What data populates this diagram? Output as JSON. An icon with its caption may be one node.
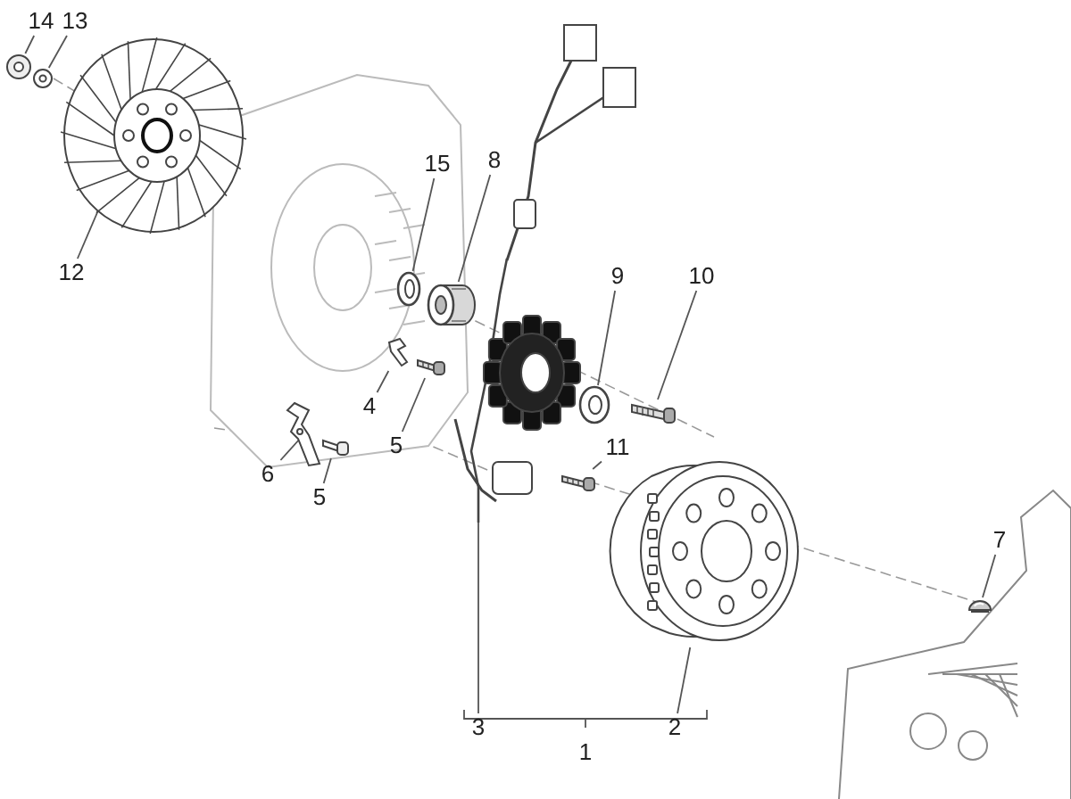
{
  "diagram": {
    "nodes": [
      {
        "text": [
          "14"
        ]
      },
      {
        "text": [
          "13"
        ]
      },
      {
        "text": [
          "12"
        ]
      },
      {
        "text": [
          "15"
        ]
      },
      {
        "text": [
          "8"
        ]
      },
      {
        "text": [
          "9"
        ]
      },
      {
        "text": [
          "10"
        ]
      },
      {
        "text": [
          "4"
        ]
      },
      {
        "text": [
          "5"
        ]
      },
      {
        "text": [
          "6"
        ]
      },
      {
        "text": [
          "5"
        ]
      },
      {
        "text": [
          "11"
        ]
      },
      {
        "text": [
          "7"
        ]
      },
      {
        "text": [
          "3"
        ]
      },
      {
        "text": [
          "2"
        ]
      },
      {
        "text": [],
        "shape": "picture"
      },
      {
        "text": [],
        "shape": "picture"
      },
      {
        "text": [],
        "shape": "picture"
      },
      {
        "text": [],
        "shape": "picture"
      },
      {
        "text": [],
        "shape": "picture"
      },
      {
        "text": [],
        "shape": "picture"
      },
      {
        "text": [],
        "shape": "picture"
      },
      {
        "text": [],
        "shape": "picture"
      },
      {
        "text": [],
        "shape": "picture"
      },
      {
        "text": [],
        "shape": "picture"
      },
      {
        "text": [],
        "shape": "picture"
      },
      {
        "text": [],
        "shape": "picture"
      },
      {
        "text": [],
        "shape": "picture"
      },
      {
        "text": [],
        "shape": "picture"
      },
      {
        "text": [],
        "shape": "picture"
      }
    ],
    "edges": [
      {
        "from": 0,
        "to": 15,
        "arrow": "none"
      },
      {
        "from": 1,
        "to": 16,
        "arrow": "none"
      },
      {
        "from": 2,
        "to": 17,
        "arrow": "none"
      },
      {
        "from": 3,
        "to": 18,
        "arrow": "none"
      },
      {
        "from": 4,
        "to": 19,
        "arrow": "none"
      },
      {
        "from": 5,
        "to": 20,
        "arrow": "none"
      },
      {
        "from": 6,
        "to": 21,
        "arrow": "none"
      },
      {
        "from": 7,
        "to": 22,
        "arrow": "none"
      },
      {
        "from": 8,
        "to": 23,
        "arrow": "none"
      },
      {
        "from": 9,
        "to": 24,
        "arrow": "none"
      },
      {
        "from": 10,
        "to": 25,
        "arrow": "none"
      },
      {
        "from": 11,
        "to": 26,
        "arrow": "none"
      },
      {
        "from": 12,
        "to": 27,
        "arrow": "none"
      },
      {
        "from": 13,
        "to": 28,
        "arrow": "none"
      },
      {
        "from": 14,
        "to": 29,
        "arrow": "none"
      }
    ],
    "labels": [
      "1"
    ]
  }
}
